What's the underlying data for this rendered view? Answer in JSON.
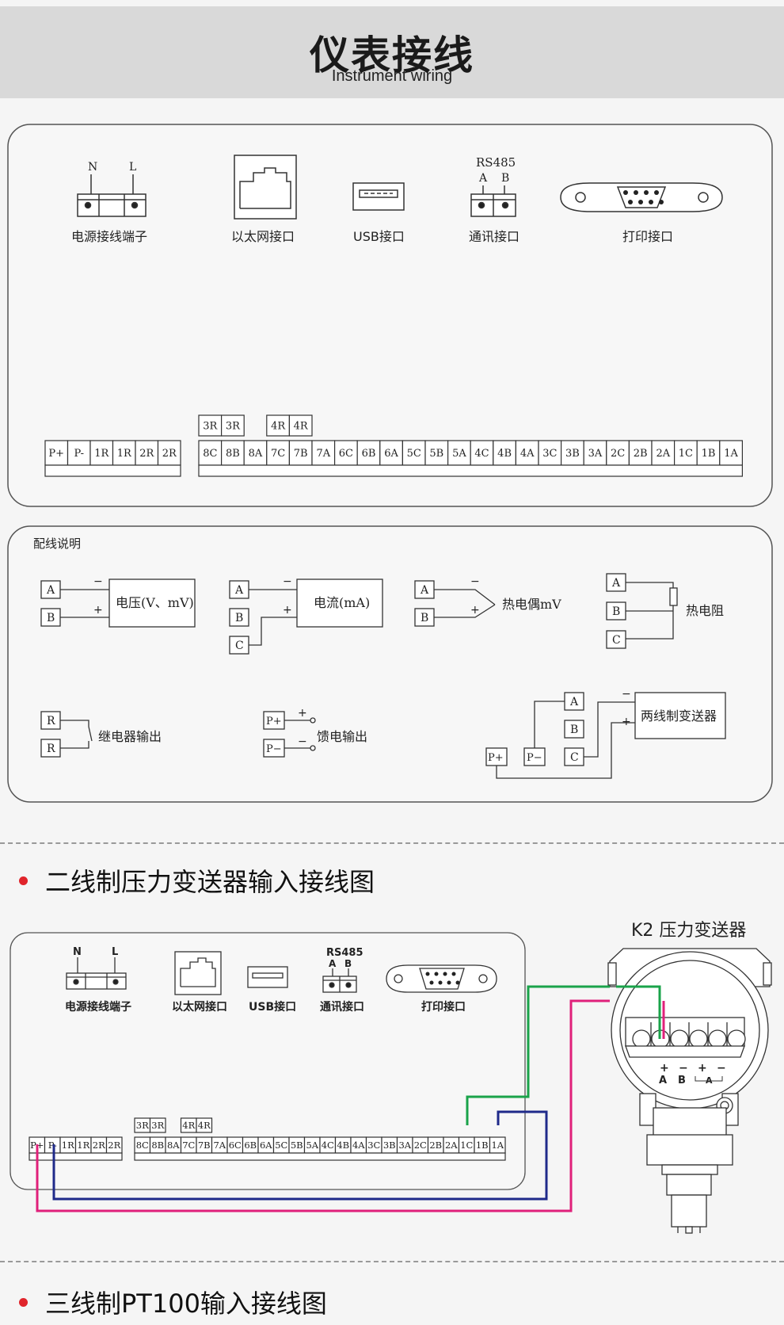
{
  "header": {
    "title": "仪表接线",
    "subtitle": "Instrument wiring"
  },
  "panel_top": {
    "power_label": "电源接线端子",
    "power_n": "N",
    "power_l": "L",
    "ethernet_label": "以太网接口",
    "usb_label": "USB接口",
    "comm_label": "通讯接口",
    "rs485": "RS485",
    "rs485_a": "A",
    "rs485_b": "B",
    "print_label": "打印接口",
    "left_terminals": [
      "P+",
      "P-",
      "1R",
      "1R",
      "2R",
      "2R"
    ],
    "top_extra": [
      "3R",
      "3R",
      "",
      "4R",
      "4R"
    ],
    "right_terminals": [
      "8C",
      "8B",
      "8A",
      "7C",
      "7B",
      "7A",
      "6C",
      "6B",
      "6A",
      "5C",
      "5B",
      "5A",
      "4C",
      "4B",
      "4A",
      "3C",
      "3B",
      "3A",
      "2C",
      "2B",
      "2A",
      "1C",
      "1B",
      "1A"
    ]
  },
  "wiring_panel": {
    "title": "配线说明",
    "voltage": "电压(V、mV)",
    "current": "电流(mA)",
    "thermocouple": "热电偶mV",
    "rtd": "热电阻",
    "relay": "继电器输出",
    "feed": "馈电输出",
    "two_wire": "两线制变送器",
    "terminal_a": "A",
    "terminal_b": "B",
    "terminal_c": "C",
    "terminal_r": "R",
    "terminal_p_plus": "P+",
    "terminal_p_minus": "P−",
    "minus": "−",
    "plus": "+"
  },
  "section1": {
    "title": "二线制压力变送器输入接线图",
    "device": "K2  压力变送器",
    "pins": [
      "+",
      "−",
      "+",
      "−"
    ],
    "pin_labels": [
      "A",
      "B",
      "A"
    ]
  },
  "section2": {
    "title": "三线制PT100输入接线图"
  },
  "colors": {
    "accent": "#e0242b",
    "green": "#1aa34a",
    "magenta": "#e0207a",
    "navy": "#1f2a8a",
    "panel_border": "#555555"
  }
}
